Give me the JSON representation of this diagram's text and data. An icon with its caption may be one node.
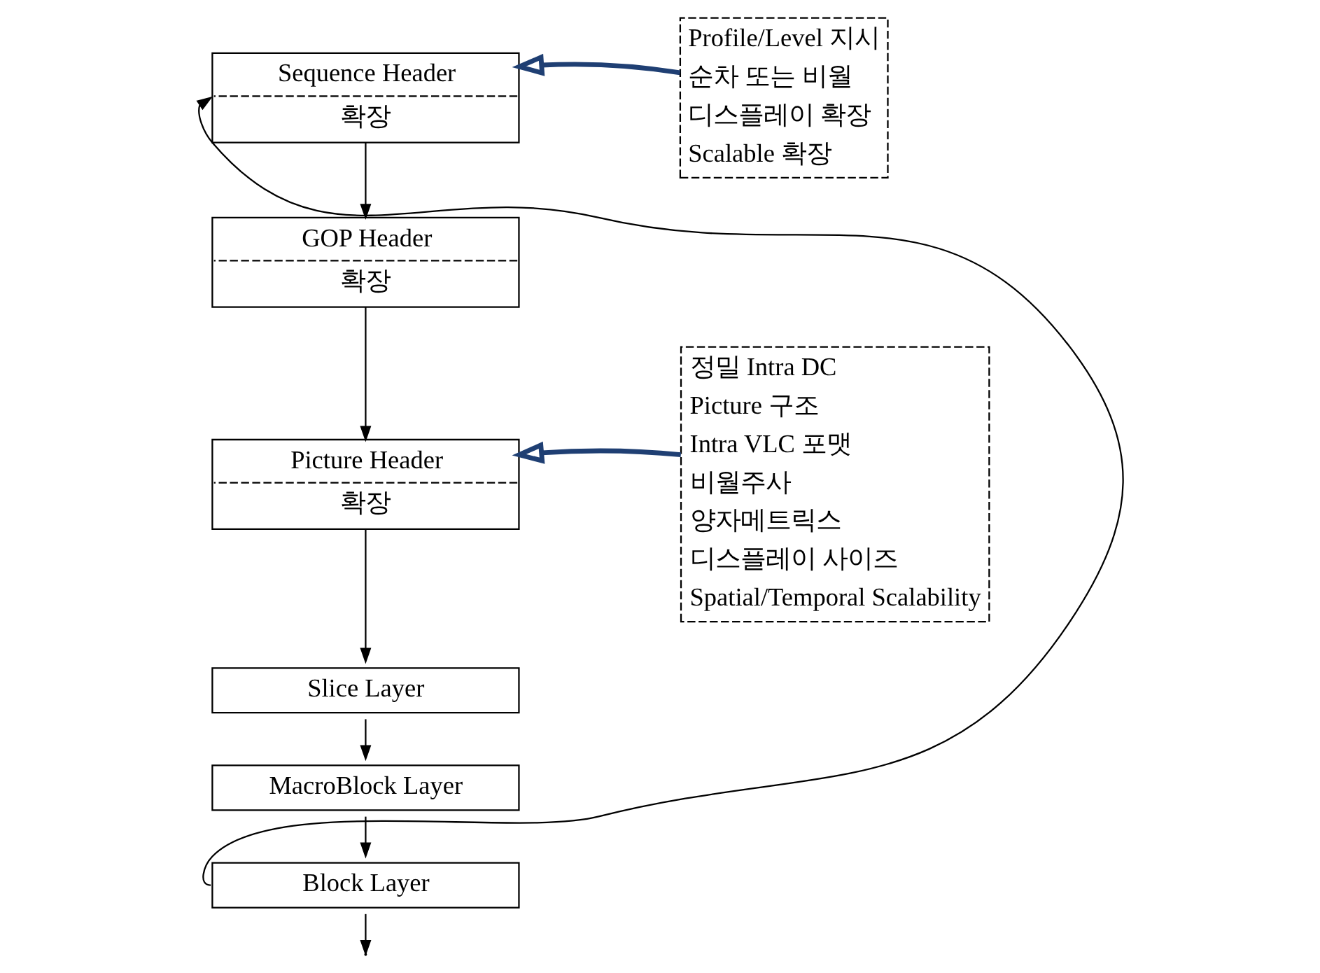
{
  "diagram": {
    "nodes": [
      {
        "text": [
          "Sequence Header",
          "확장"
        ]
      },
      {
        "text": [
          "GOP Header",
          "확장"
        ]
      },
      {
        "text": [
          "Picture Header",
          "확장"
        ]
      },
      {
        "text": [
          "Slice Layer"
        ]
      },
      {
        "text": [
          "MacroBlock Layer"
        ]
      },
      {
        "text": [
          "Block Layer"
        ]
      },
      {
        "text": [
          "Profile/Level 지시",
          "순차 또는 비월",
          "디스플레이 확장",
          "Scalable 확장"
        ]
      },
      {
        "text": [
          "정밀 Intra DC",
          "Picture 구조",
          "Intra VLC 포맷",
          "비월주사",
          "양자메트릭스",
          "디스플레이 사이즈",
          "Spatial/Temporal Scalability"
        ]
      }
    ],
    "edges": [
      {
        "from": 0,
        "to": 1,
        "arrow": "to"
      },
      {
        "from": 1,
        "to": 2,
        "arrow": "to"
      },
      {
        "from": 2,
        "to": 3,
        "arrow": "to"
      },
      {
        "from": 3,
        "to": 4,
        "arrow": "to"
      },
      {
        "from": 4,
        "to": 5,
        "arrow": "to"
      },
      {
        "from": 5,
        "to": null,
        "arrow": "to"
      },
      {
        "from": 5,
        "to": 0,
        "arrow": "to"
      },
      {
        "from": 6,
        "to": 0,
        "arrow": "to",
        "style": "thick",
        "color": "#1f3f73"
      },
      {
        "from": 7,
        "to": 2,
        "arrow": "to",
        "style": "thick",
        "color": "#1f3f73"
      }
    ]
  }
}
